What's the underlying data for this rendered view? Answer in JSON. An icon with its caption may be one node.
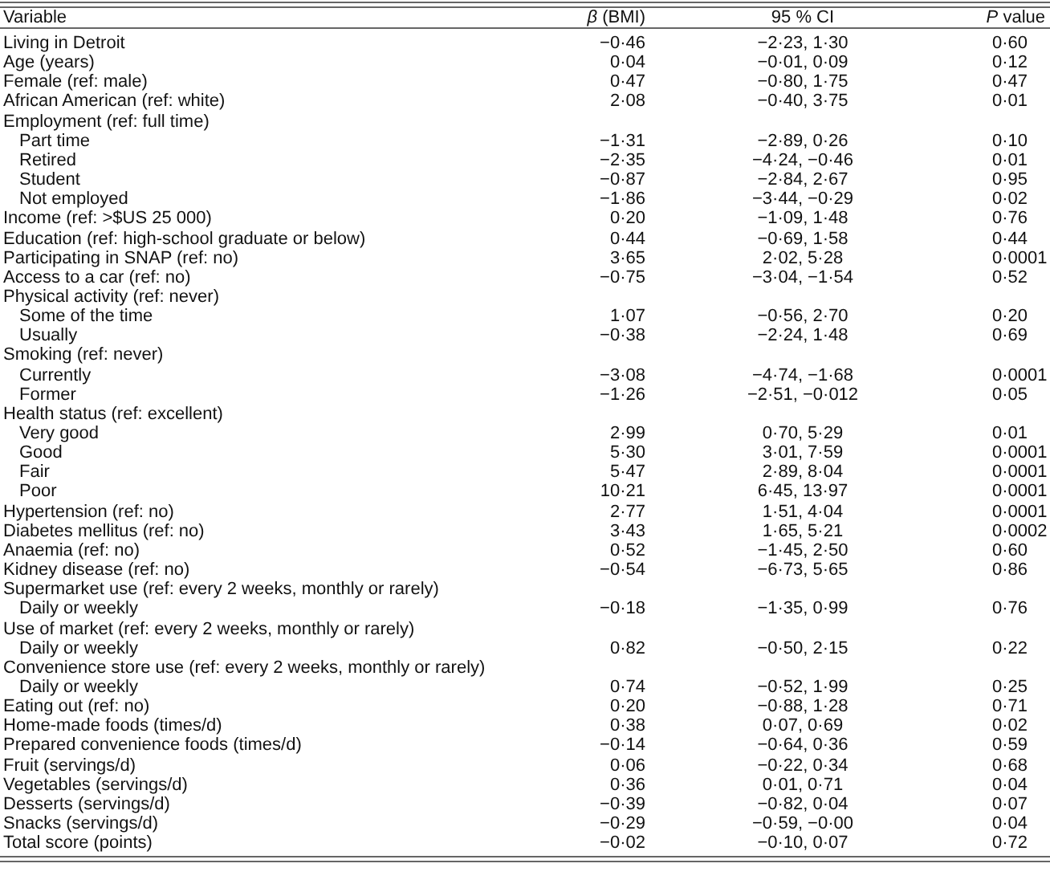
{
  "diagram": {
    "labels": [
      "Variable",
      "*β* (BMI)",
      "95 % CI",
      "*P* value",
      "Living in Detroit",
      "−0·46",
      "−2·23, 1·30",
      "0·60",
      "Age (years)",
      "0·04",
      "−0·01, 0·09",
      "0·12",
      "Female (ref: male)",
      "0·47",
      "−0·80, 1·75",
      "0·47",
      "African American (ref: white)",
      "2·08",
      "−0·40, 3·75",
      "0·01",
      "Employment (ref: full time)",
      "Part time",
      "−1·31",
      "−2·89, 0·26",
      "0·10",
      "Retired",
      "−2·35",
      "−4·24, −0·46",
      "0·01",
      "Student",
      "−0·87",
      "−2·84, 2·67",
      "0·95",
      "Not employed",
      "−1·86",
      "−3·44, −0·29",
      "0·02",
      "Income (ref: >$US 25 000)",
      "0·20",
      "−1·09, 1·48",
      "0·76",
      "Education (ref: high-school graduate or below)",
      "0·44",
      "−0·69, 1·58",
      "0·44",
      "Participating in SNAP (ref: no)",
      "3·65",
      "2·02, 5·28",
      "0·0001",
      "Access to a car (ref: no)",
      "−0·75",
      "−3·04, −1·54",
      "0·52",
      "Physical activity (ref: never)",
      "Some of the time",
      "1·07",
      "−0·56, 2·70",
      "0·20",
      "Usually",
      "−0·38",
      "−2·24, 1·48",
      "0·69",
      "Smoking (ref: never)",
      "Currently",
      "−3·08",
      "−4·74, −1·68",
      "0·0001",
      "Former",
      "−1·26",
      "−2·51, −0·012",
      "0·05",
      "Health status (ref: excellent)",
      "Very good",
      "2·99",
      "0·70, 5·29",
      "0·01",
      "Good",
      "5·30",
      "3·01, 7·59",
      "0·0001",
      "Fair",
      "5·47",
      "2·89, 8·04",
      "0·0001",
      "Poor",
      "10·21",
      "6·45, 13·97",
      "0·0001",
      "Hypertension (ref: no)",
      "2·77",
      "1·51, 4·04",
      "0·0001",
      "Diabetes mellitus (ref: no)",
      "3·43",
      "1·65, 5·21",
      "0·0002",
      "Anaemia (ref: no)",
      "0·52",
      "−1·45, 2·50",
      "0·60",
      "Kidney disease (ref: no)",
      "−0·54",
      "−6·73, 5·65",
      "0·86",
      "Supermarket use (ref: every 2 weeks, monthly or rarely)",
      "Daily or weekly",
      "−0·18",
      "−1·35, 0·99",
      "0·76",
      "Use of market (ref: every 2 weeks, monthly or rarely)",
      "Daily or weekly",
      "0·82",
      "−0·50, 2·15",
      "0·22",
      "Convenience store use (ref: every 2 weeks, monthly or rarely)",
      "Daily or weekly",
      "0·74",
      "−0·52, 1·99",
      "0·25",
      "Eating out (ref: no)",
      "0·20",
      "−0·88, 1·28",
      "0·71",
      "Home-made foods (times/d)",
      "0·38",
      "0·07, 0·69",
      "0·02",
      "Prepared convenience foods (times/d)",
      "−0·14",
      "−0·64, 0·36",
      "0·59",
      "Fruit (servings/d)",
      "0·06",
      "−0·22, 0·34",
      "0·68",
      "Vegetables (servings/d)",
      "0·36",
      "0·01, 0·71",
      "0·04",
      "Desserts (servings/d)",
      "−0·39",
      "−0·82, 0·04",
      "0·07",
      "Snacks (servings/d)",
      "−0·29",
      "−0·59, −0·00",
      "0·04",
      "Total score (points)",
      "−0·02",
      "−0·10, 0·07",
      "0·72"
    ]
  }
}
